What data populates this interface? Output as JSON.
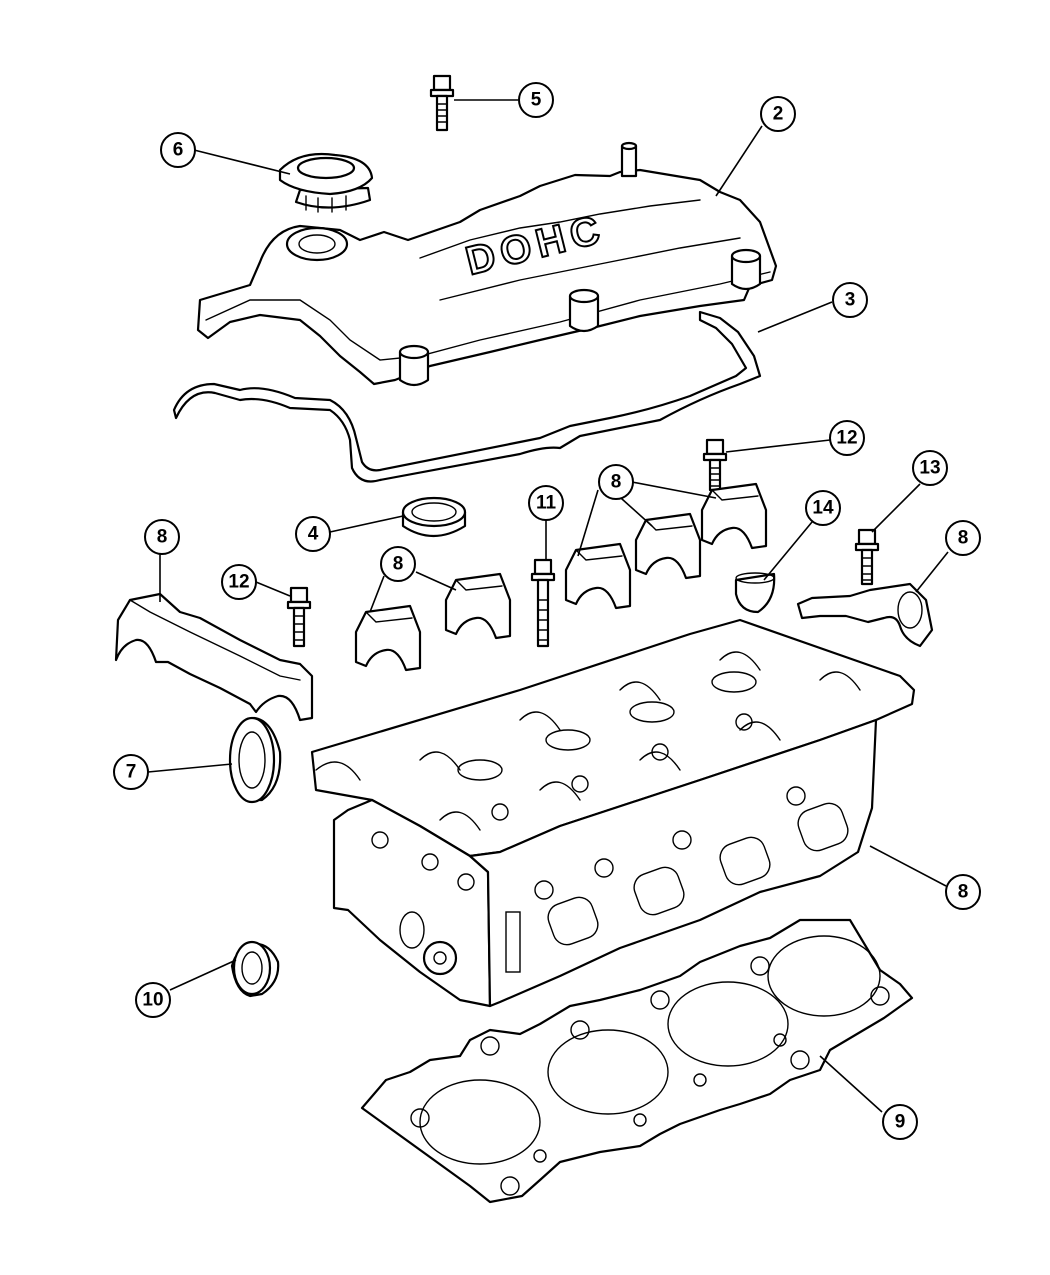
{
  "cover_embossing": "DOHC",
  "callouts": [
    {
      "label": "2"
    },
    {
      "label": "3"
    },
    {
      "label": "4"
    },
    {
      "label": "5"
    },
    {
      "label": "6"
    },
    {
      "label": "7"
    },
    {
      "label": "8"
    },
    {
      "label": "8"
    },
    {
      "label": "8"
    },
    {
      "label": "8"
    },
    {
      "label": "8"
    },
    {
      "label": "9"
    },
    {
      "label": "10"
    },
    {
      "label": "11"
    },
    {
      "label": "12"
    },
    {
      "label": "12"
    },
    {
      "label": "13"
    },
    {
      "label": "14"
    }
  ]
}
